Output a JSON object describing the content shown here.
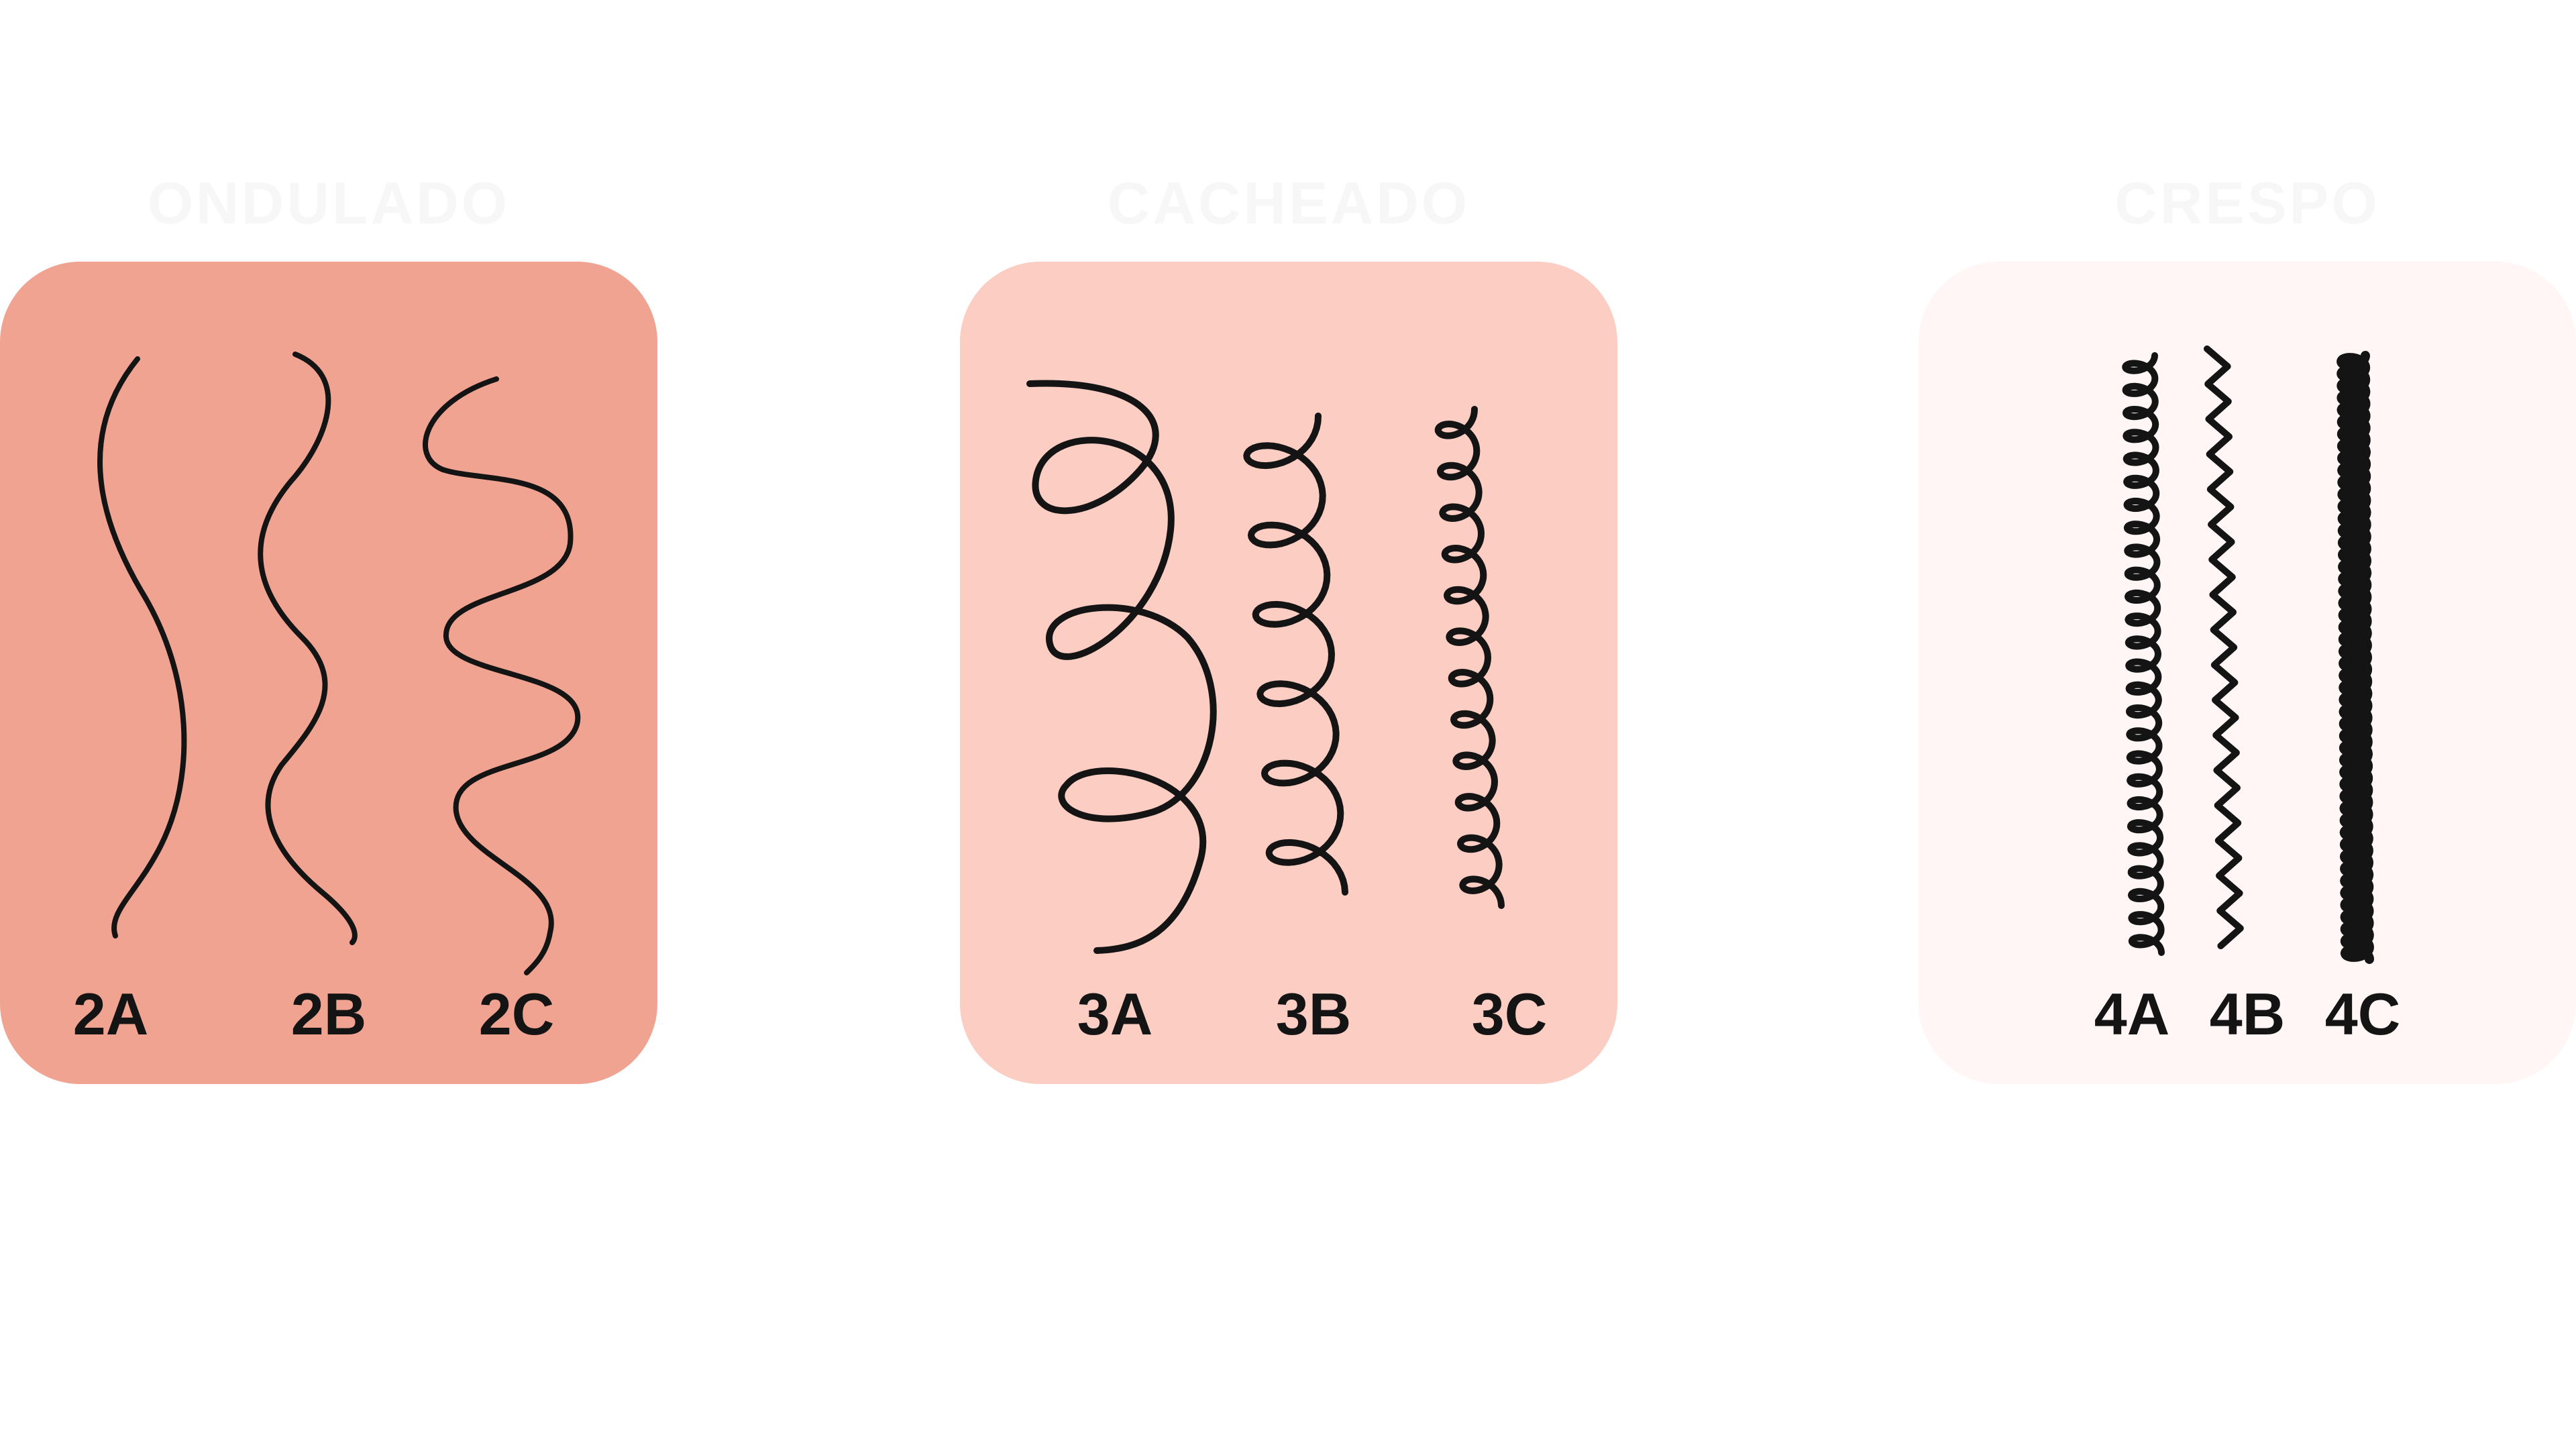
{
  "groups": [
    {
      "title": "ONDULADO",
      "color": "#f0a391",
      "types": [
        "2A",
        "2B",
        "2C"
      ]
    },
    {
      "title": "CACHEADO",
      "color": "#fccdc3",
      "types": [
        "3A",
        "3B",
        "3C"
      ]
    },
    {
      "title": "CRESPO",
      "color": "#fff6f5",
      "types": [
        "4A",
        "4B",
        "4C"
      ]
    }
  ],
  "stroke_color": "#141414"
}
